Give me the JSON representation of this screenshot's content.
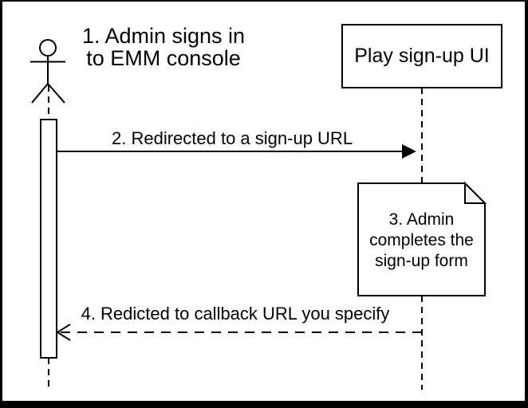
{
  "labels": {
    "step1": {
      "line1": "1. Admin signs in",
      "line2": "to EMM console"
    },
    "step2": "2. Redirected to a sign-up URL",
    "step4": "4. Redicted to callback URL you specify"
  },
  "participant": {
    "name": "Play sign-up UI"
  },
  "note": {
    "line1": "3. Admin",
    "line2": "completes the",
    "line3": "sign-up form"
  },
  "colors": {
    "stroke": "#000000",
    "background": "#ffffff",
    "note_fold": "#f2f2f2"
  }
}
